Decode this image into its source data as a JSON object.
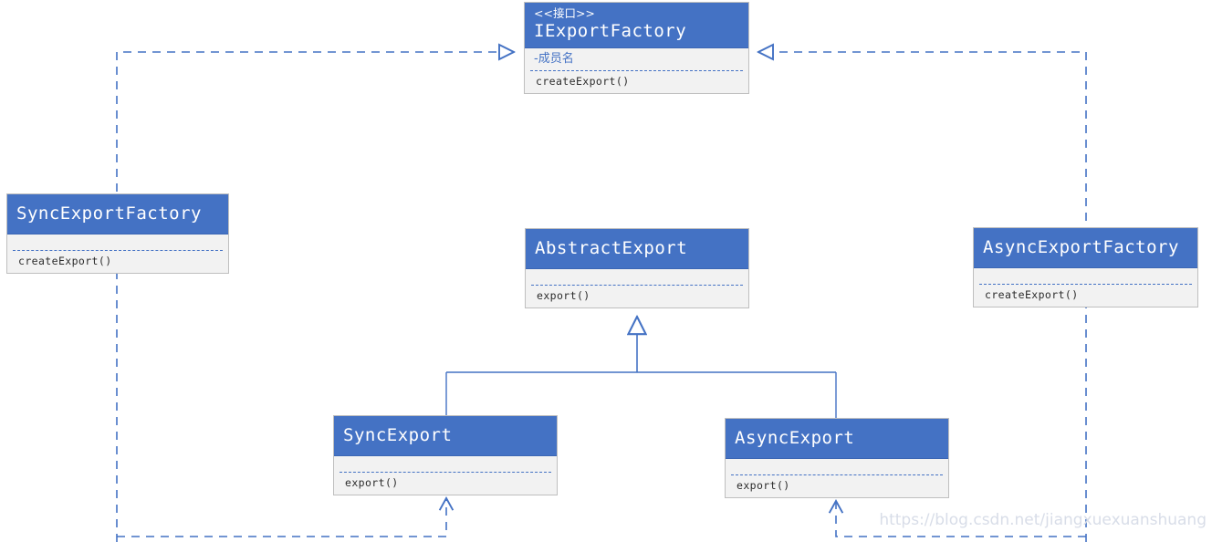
{
  "diagram": {
    "title": "IExportFactory UML class diagram",
    "accent_color": "#4472c4",
    "box_fill": "#f2f2f2",
    "box_border": "#bfbfbf"
  },
  "classes": {
    "iexportfactory": {
      "stereotype": "<<接口>>",
      "name": "IExportFactory",
      "attributes": [
        "-成员名"
      ],
      "operations": [
        "createExport()"
      ]
    },
    "sync_export_factory": {
      "name": "SyncExportFactory",
      "attributes": [],
      "operations": [
        "createExport()"
      ]
    },
    "async_export_factory": {
      "name": "AsyncExportFactory",
      "attributes": [],
      "operations": [
        "createExport()"
      ]
    },
    "abstract_export": {
      "name": "AbstractExport",
      "attributes": [],
      "operations": [
        "export()"
      ]
    },
    "sync_export": {
      "name": "SyncExport",
      "attributes": [],
      "operations": [
        "export()"
      ]
    },
    "async_export": {
      "name": "AsyncExport",
      "attributes": [],
      "operations": [
        "export()"
      ]
    }
  },
  "relationships": [
    {
      "kind": "realization",
      "from": "SyncExportFactory",
      "to": "IExportFactory",
      "line": "dashed",
      "arrow": "hollow-triangle"
    },
    {
      "kind": "realization",
      "from": "AsyncExportFactory",
      "to": "IExportFactory",
      "line": "dashed",
      "arrow": "hollow-triangle"
    },
    {
      "kind": "generalization",
      "from": "SyncExport",
      "to": "AbstractExport",
      "line": "solid",
      "arrow": "hollow-triangle"
    },
    {
      "kind": "generalization",
      "from": "AsyncExport",
      "to": "AbstractExport",
      "line": "solid",
      "arrow": "hollow-triangle"
    },
    {
      "kind": "dependency",
      "from": "SyncExportFactory",
      "to": "SyncExport",
      "line": "dashed",
      "arrow": "open"
    },
    {
      "kind": "dependency",
      "from": "AsyncExportFactory",
      "to": "AsyncExport",
      "line": "dashed",
      "arrow": "open"
    }
  ],
  "watermark": {
    "text": "https://blog.csdn.net/jiangxuexuanshuang"
  }
}
